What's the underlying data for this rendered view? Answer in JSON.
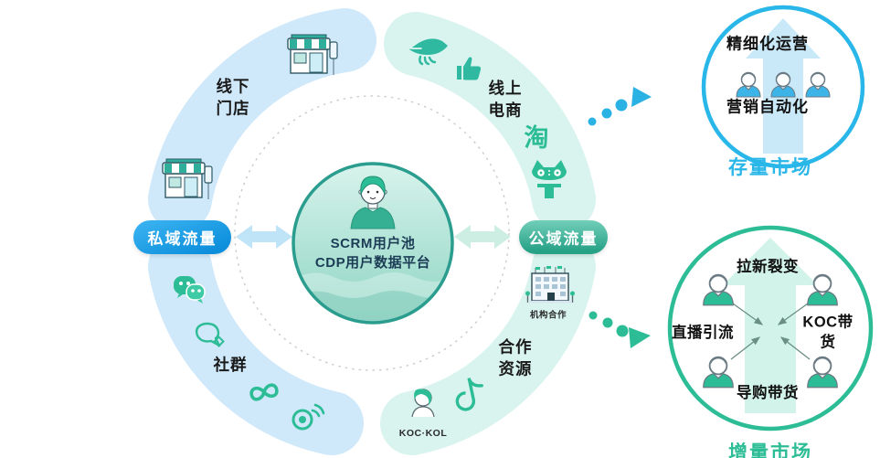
{
  "center": {
    "line1": "SCRM用户池",
    "line2": "CDP用户数据平台"
  },
  "pills": {
    "left": "私域流量",
    "right": "公域流量"
  },
  "arcs": {
    "top_left": {
      "label": "线下\n门店",
      "icons": [
        "storefront-icon",
        "storefront-icon"
      ]
    },
    "top_right": {
      "label": "线上\n电商",
      "taobao_char": "淘",
      "icons": [
        "fish-icon",
        "thumbs-up-icon",
        "taobao-icon",
        "tmall-cat-icon"
      ]
    },
    "bottom_left": {
      "label": "社群",
      "icons": [
        "wechat-icon",
        "qq-icon",
        "infinity-icon",
        "weibo-icon"
      ]
    },
    "bottom_right": {
      "label": "合作\n资源",
      "org_label": "机构合作",
      "koc_label": "KOC·KOL",
      "icons": [
        "building-icon",
        "douyin-icon",
        "koc-person-icon"
      ]
    }
  },
  "markets": {
    "existing": {
      "title": "存量市场",
      "top_label": "精细化运营",
      "bottom_label": "营销自动化",
      "accent": "#29b6e8"
    },
    "incremental": {
      "title": "增量市场",
      "top_label": "拉新裂变",
      "left_label": "直播引流",
      "right_label": "KOC带货",
      "bottom_label": "导购带货",
      "accent": "#2dbd96"
    }
  },
  "colors": {
    "private_pill_blue": "#1796e4",
    "public_pill_teal": "#2aa98d",
    "arc_light_blue": "#cfe8fa",
    "arc_light_mint": "#d9f4ee",
    "center_circle_border": "#2a9d8f",
    "dotted_arrow_blue": "#29b2e3",
    "dotted_arrow_teal": "#2dbd96",
    "icon_teal": "#2dbd96"
  }
}
